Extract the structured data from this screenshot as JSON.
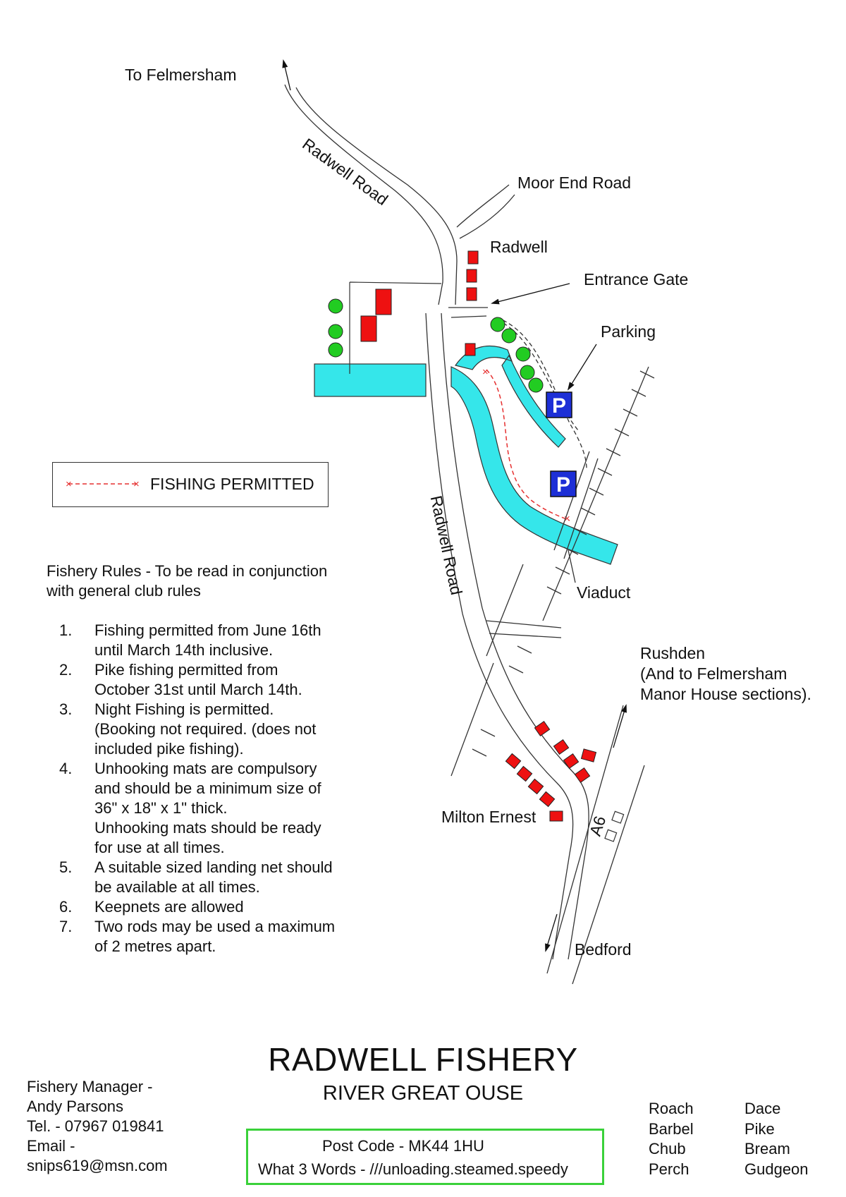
{
  "map": {
    "labels": {
      "to_felmersham": "To Felmersham",
      "radwell_road_top": "Radwell  Road",
      "moor_end_road": "Moor End Road",
      "radwell": "Radwell",
      "entrance_gate": "Entrance Gate",
      "parking": "Parking",
      "radwell_road_main": "Radwell  Road",
      "viaduct": "Viaduct",
      "rushden_1": "Rushden",
      "rushden_2": "(And to Felmersham",
      "rushden_3": "Manor House sections).",
      "milton_ernest": "Milton Ernest",
      "a6": "A6",
      "bedford": "Bedford",
      "parking_symbol": "P"
    },
    "colors": {
      "river": "#35e6ea",
      "building": "#ee1111",
      "tree": "#22cc22",
      "parking": "#1d2fd6",
      "fishing_line": "#e63030"
    }
  },
  "legend": {
    "label": "FISHING PERMITTED"
  },
  "rules": {
    "intro": [
      "Fishery Rules - To be read in conjunction",
      "with general club rules"
    ],
    "items": [
      {
        "num": "1.",
        "lines": [
          "Fishing permitted from June 16th",
          "until March 14th inclusive."
        ]
      },
      {
        "num": "2.",
        "lines": [
          "Pike fishing permitted from",
          "October 31st until March 14th."
        ]
      },
      {
        "num": "3.",
        "lines": [
          "Night Fishing is permitted.",
          "(Booking not required. (does not",
          "included pike fishing)."
        ]
      },
      {
        "num": "4.",
        "lines": [
          "Unhooking mats are compulsory",
          "and should be a minimum size of",
          "36\" x 18\" x 1\" thick.",
          "Unhooking mats should be ready",
          "for use at all times."
        ]
      },
      {
        "num": "5.",
        "lines": [
          "A suitable sized landing net should",
          "be available at all times."
        ]
      },
      {
        "num": "6.",
        "lines": [
          "Keepnets are allowed"
        ]
      },
      {
        "num": "7.",
        "lines": [
          "Two rods may be used a maximum",
          "of 2 metres apart."
        ]
      }
    ]
  },
  "footer": {
    "title": "RADWELL FISHERY",
    "subtitle": "RIVER GREAT OUSE",
    "postcode": "Post Code - MK44 1HU",
    "what3words": "What 3 Words - ///unloading.steamed.speedy",
    "contact": [
      "Fishery Manager -",
      "Andy Parsons",
      "Tel. - 07967 019841",
      "Email -",
      "snips619@msn.com"
    ],
    "fish_col1": [
      "Roach",
      "Barbel",
      "Chub",
      "Perch"
    ],
    "fish_col2": [
      "Dace",
      "Pike",
      "Bream",
      "Gudgeon"
    ]
  }
}
